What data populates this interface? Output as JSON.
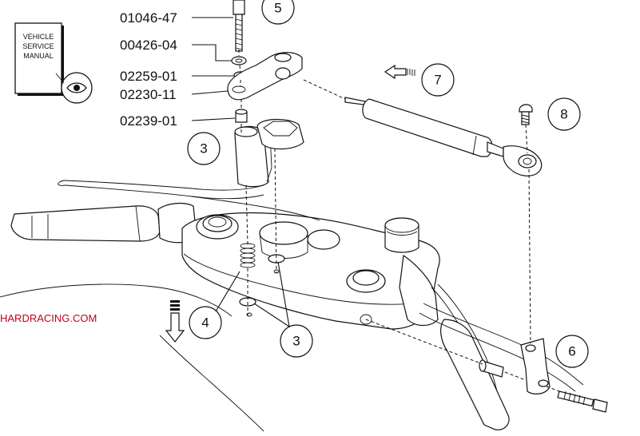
{
  "part_numbers": [
    "01046-47",
    "00426-04",
    "02259-01",
    "02230-11",
    "02239-01"
  ],
  "callouts": [
    "5",
    "7",
    "8",
    "3",
    "4",
    "3",
    "6"
  ],
  "manual_label": [
    "VEHICLE",
    "SERVICE",
    "MANUAL"
  ],
  "website": "HARDRACING.COM",
  "icons": [
    "eye-icon",
    "direction-arrow-icon"
  ],
  "colors": {
    "website_text": "#c0001a",
    "line": "#111111"
  }
}
